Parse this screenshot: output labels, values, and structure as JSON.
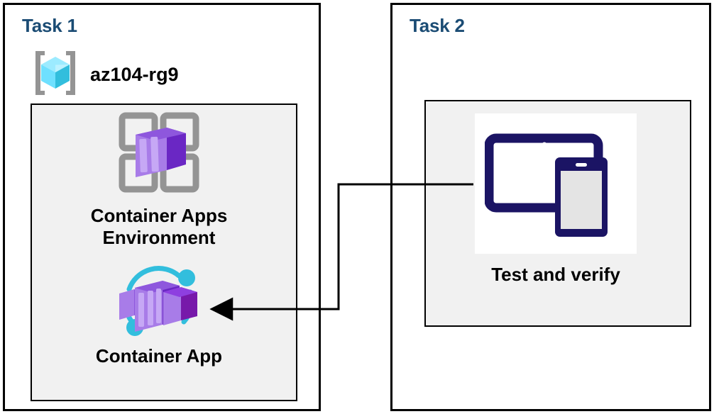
{
  "diagram": {
    "title": "Azure Container Apps task diagram",
    "background": "#ffffff",
    "colors": {
      "task_title": "#1b4c74",
      "panel_border": "#000000",
      "group_fill": "#f1f1f1",
      "connector": "#000000",
      "azure_purple_dark": "#5c2d91",
      "azure_purple_mid": "#7719aa",
      "azure_purple_light": "#a87ce8",
      "azure_cyan": "#32bedd",
      "azure_cube_light": "#9cebff",
      "icon_grey": "#949494",
      "device_navy": "#1b1464"
    }
  },
  "panels": [
    {
      "id": "task1",
      "title": "Task 1",
      "resource_group": {
        "icon": "resource-group-icon",
        "label": "az104-rg9"
      },
      "nodes": [
        {
          "id": "container-apps-environment",
          "icon": "container-apps-environment-icon",
          "label": "Container Apps\nEnvironment"
        },
        {
          "id": "container-app",
          "icon": "container-app-icon",
          "label": "Container App"
        }
      ]
    },
    {
      "id": "task2",
      "title": "Task 2",
      "nodes": [
        {
          "id": "test-and-verify",
          "icon": "test-devices-icon",
          "label": "Test and verify"
        }
      ]
    }
  ],
  "connectors": [
    {
      "id": "test-to-container-app",
      "from": "test-and-verify",
      "to": "container-app",
      "arrowhead": "end",
      "style": "elbow"
    }
  ]
}
